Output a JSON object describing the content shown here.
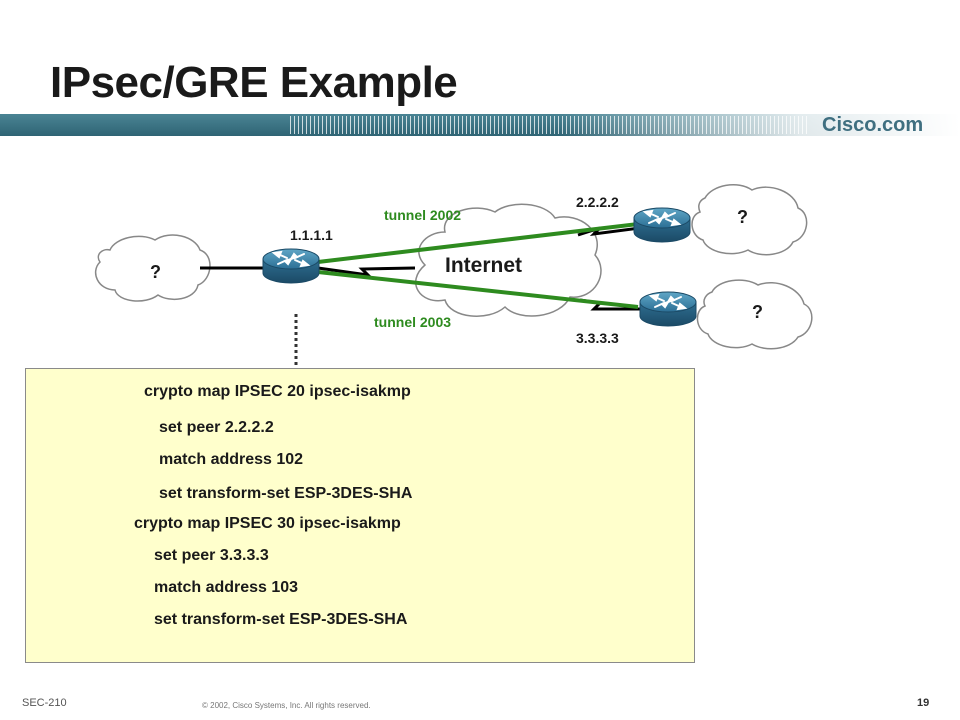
{
  "slide": {
    "title": "IPsec/GRE Example",
    "brand": "Cisco.com",
    "course": "SEC-210",
    "copyright": "© 2002, Cisco Systems, Inc. All rights reserved.",
    "page_number": "19"
  },
  "diagram": {
    "internet_label": "Internet",
    "left_site_label": "?",
    "top_site_label": "?",
    "bottom_site_label": "?",
    "hub_ip": "1.1.1.1",
    "top_peer_ip": "2.2.2.2",
    "bottom_peer_ip": "3.3.3.3",
    "tunnel_top_label": "tunnel 2002",
    "tunnel_bottom_label": "tunnel 2003",
    "tunnel_color": "#2e8b1f"
  },
  "config": {
    "lines": [
      "crypto map IPSEC 20 ipsec-isakmp",
      "set peer 2.2.2.2",
      "match address 102",
      "set transform-set ESP-3DES-SHA",
      "crypto map IPSEC 30 ipsec-isakmp",
      "set peer 3.3.3.3",
      "match address 103",
      "set transform-set ESP-3DES-SHA"
    ]
  }
}
